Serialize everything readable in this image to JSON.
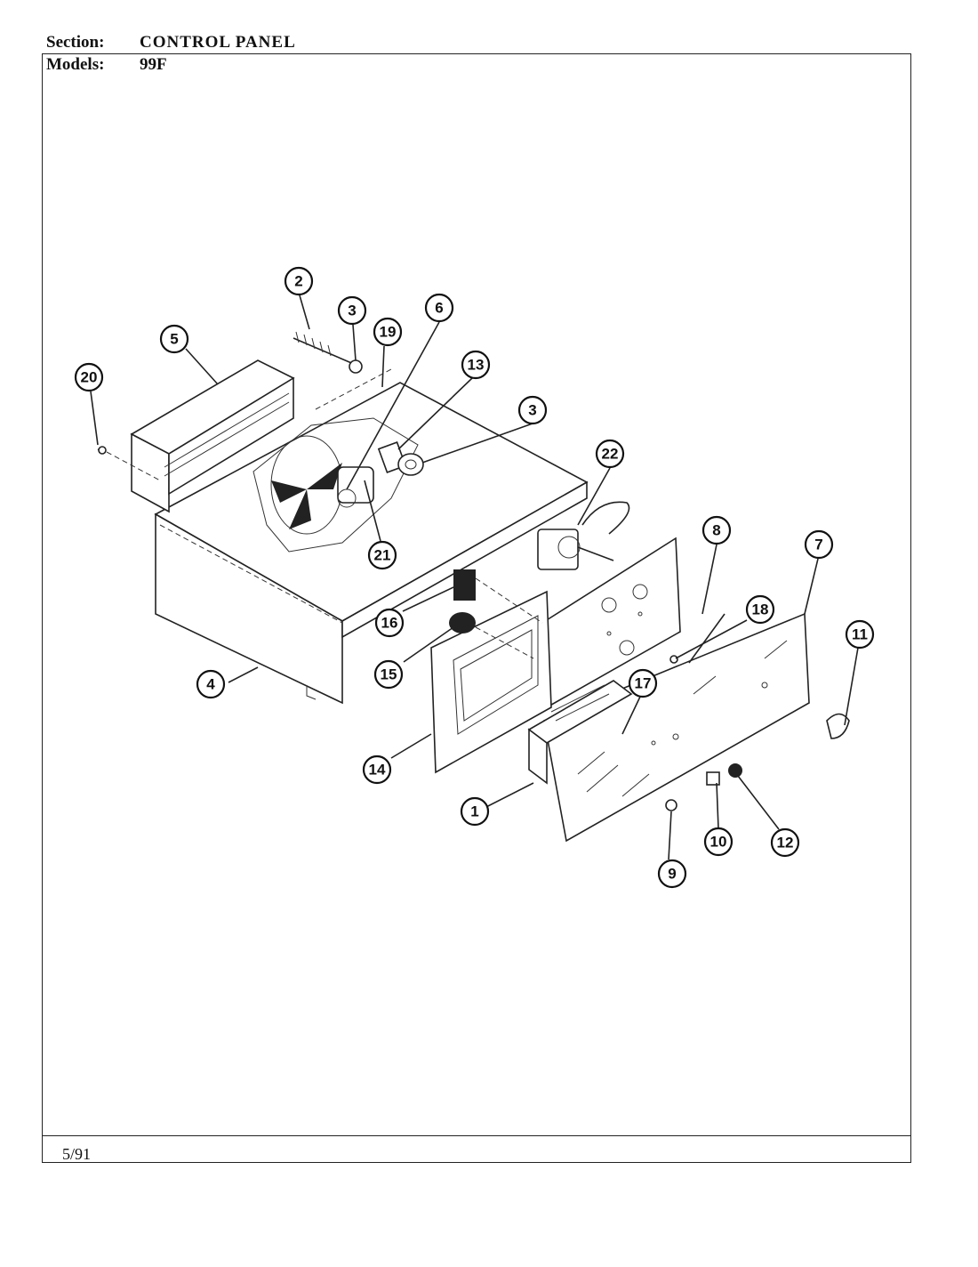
{
  "header": {
    "section_label": "Section:",
    "section_value": "CONTROL PANEL",
    "models_label": "Models:",
    "models_value": "99F"
  },
  "footer": {
    "date": "5/91"
  },
  "callouts": [
    "1",
    "2",
    "3",
    "3",
    "4",
    "5",
    "6",
    "7",
    "8",
    "9",
    "10",
    "11",
    "12",
    "13",
    "14",
    "15",
    "16",
    "17",
    "18",
    "19",
    "20",
    "21",
    "22"
  ]
}
